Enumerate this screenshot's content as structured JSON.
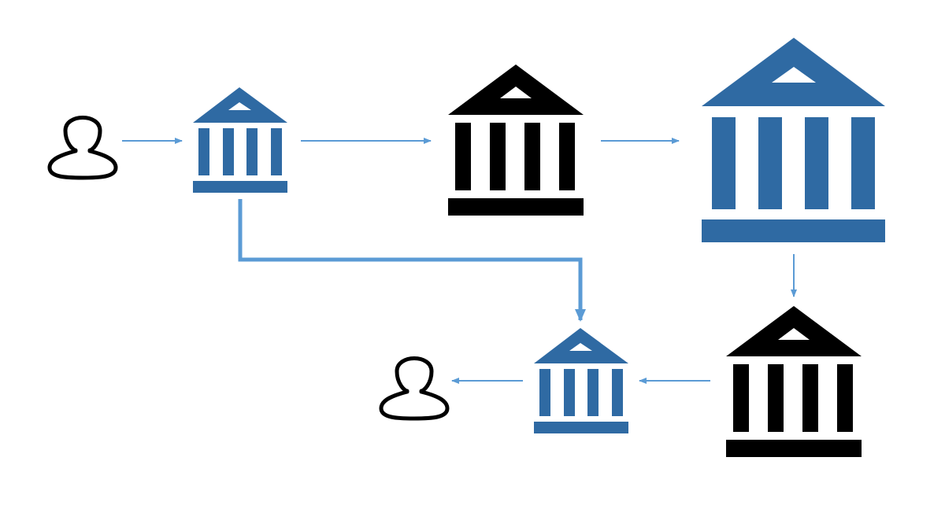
{
  "colors": {
    "background": "#ffffff",
    "bank_blue": "#2f6aa3",
    "bank_black": "#000000",
    "arrow_blue": "#5b9bd5",
    "person_stroke": "#000000"
  },
  "nodes": [
    {
      "id": "sender",
      "icon": "person-icon",
      "color": "person_stroke"
    },
    {
      "id": "sender-bank",
      "icon": "bank-icon",
      "color": "bank_blue"
    },
    {
      "id": "intermediary-bank-1",
      "icon": "bank-icon",
      "color": "bank_black"
    },
    {
      "id": "central-bank",
      "icon": "bank-icon",
      "color": "bank_blue"
    },
    {
      "id": "intermediary-bank-2",
      "icon": "bank-icon",
      "color": "bank_black"
    },
    {
      "id": "receiver-bank",
      "icon": "bank-icon",
      "color": "bank_blue"
    },
    {
      "id": "receiver",
      "icon": "person-icon",
      "color": "person_stroke"
    }
  ],
  "edges": [
    {
      "from": "sender",
      "to": "sender-bank"
    },
    {
      "from": "sender-bank",
      "to": "intermediary-bank-1"
    },
    {
      "from": "intermediary-bank-1",
      "to": "central-bank"
    },
    {
      "from": "central-bank",
      "to": "intermediary-bank-2"
    },
    {
      "from": "intermediary-bank-2",
      "to": "receiver-bank"
    },
    {
      "from": "receiver-bank",
      "to": "receiver"
    },
    {
      "from": "sender-bank",
      "to": "receiver-bank"
    }
  ]
}
